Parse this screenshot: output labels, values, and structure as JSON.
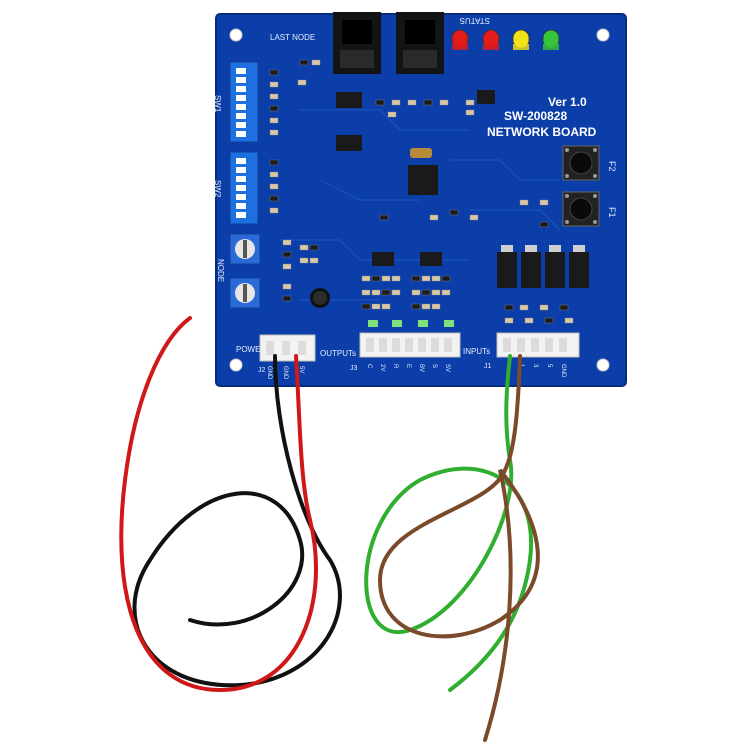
{
  "board": {
    "version": "Ver 1.0",
    "model": "SW-200828",
    "name": "NETWORK BOARD",
    "color": "#0b3ea8",
    "labels": {
      "last_node": "LAST NODE",
      "status": "STATUS",
      "sw1": "SW1",
      "sw2": "SW2",
      "node": "NODE",
      "f1": "F1",
      "f2": "F2",
      "power": "POWER",
      "outputs": "OUTPUTs",
      "inputs": "INPUTs",
      "j1": "J1",
      "j2": "J2",
      "j3": "J3",
      "power_pins": [
        "GND",
        "GND",
        "5V"
      ],
      "input_pins": [
        "1",
        "3",
        "5",
        "GND"
      ],
      "output_pins": [
        "C",
        "2V",
        "R",
        "E",
        "BV",
        "S",
        "SV"
      ]
    },
    "leds": [
      {
        "color": "#e31b1b"
      },
      {
        "color": "#e31b1b"
      },
      {
        "color": "#f2e21a"
      },
      {
        "color": "#35c43a"
      }
    ]
  },
  "wires": {
    "power": [
      "#d01818",
      "#111111"
    ],
    "input": [
      "#2fae2f",
      "#7a4a2a"
    ]
  }
}
